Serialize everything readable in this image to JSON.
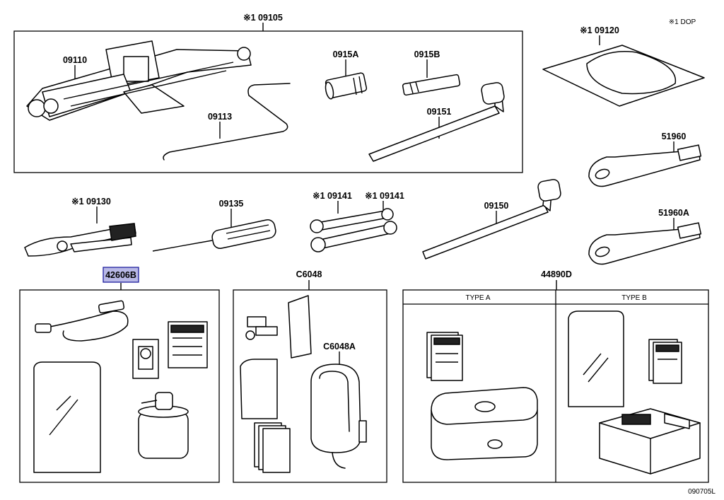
{
  "labels": {
    "jack_set": "※1 09105",
    "jack": "09110",
    "jack_handle": "09113",
    "adapter_a": "0915A",
    "adapter_b": "0915B",
    "wrench_handle": "09151",
    "tool_bag": "※1 09120",
    "dop_note": "※1 DOP",
    "pliers": "※1 09130",
    "screwdriver": "09135",
    "spanner_1": "※1 09141",
    "spanner_2": "※1 09141",
    "lug_wrench": "09150",
    "tow_eye": "51960",
    "tow_eye_a": "51960A",
    "repair_kit": "42606B",
    "kit_c6048": "C6048",
    "kit_c6048a": "C6048A",
    "kit_44890d": "44890D",
    "type_a": "TYPE A",
    "type_b": "TYPE B",
    "figure_ref": "090705L"
  },
  "colors": {
    "highlight_fill": "#b9b9e6",
    "highlight_border": "#1d1d9e",
    "line": "#000000"
  }
}
